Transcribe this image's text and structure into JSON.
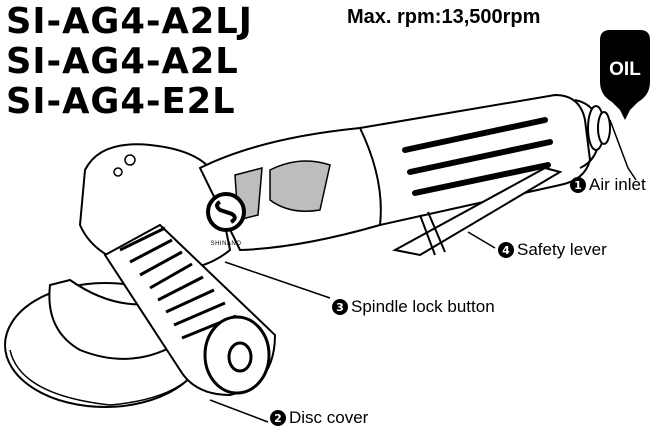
{
  "models": [
    "SI-AG4-A2LJ",
    "SI-AG4-A2L",
    "SI-AG4-E2L"
  ],
  "rpm_text": "Max. rpm:13,500rpm",
  "oil_label": "OIL",
  "brand_logo_text": "SHINANO",
  "parts": [
    {
      "number": "1",
      "name": "Air inlet"
    },
    {
      "number": "2",
      "name": "Disc cover"
    },
    {
      "number": "3",
      "name": "Spindle lock button"
    },
    {
      "number": "4",
      "name": "Safety lever"
    }
  ],
  "colors": {
    "ink": "#000000",
    "paper": "#ffffff",
    "shade": "#bdbdbd"
  },
  "icons": [
    "oil-drop-icon",
    "brand-logo-icon"
  ]
}
